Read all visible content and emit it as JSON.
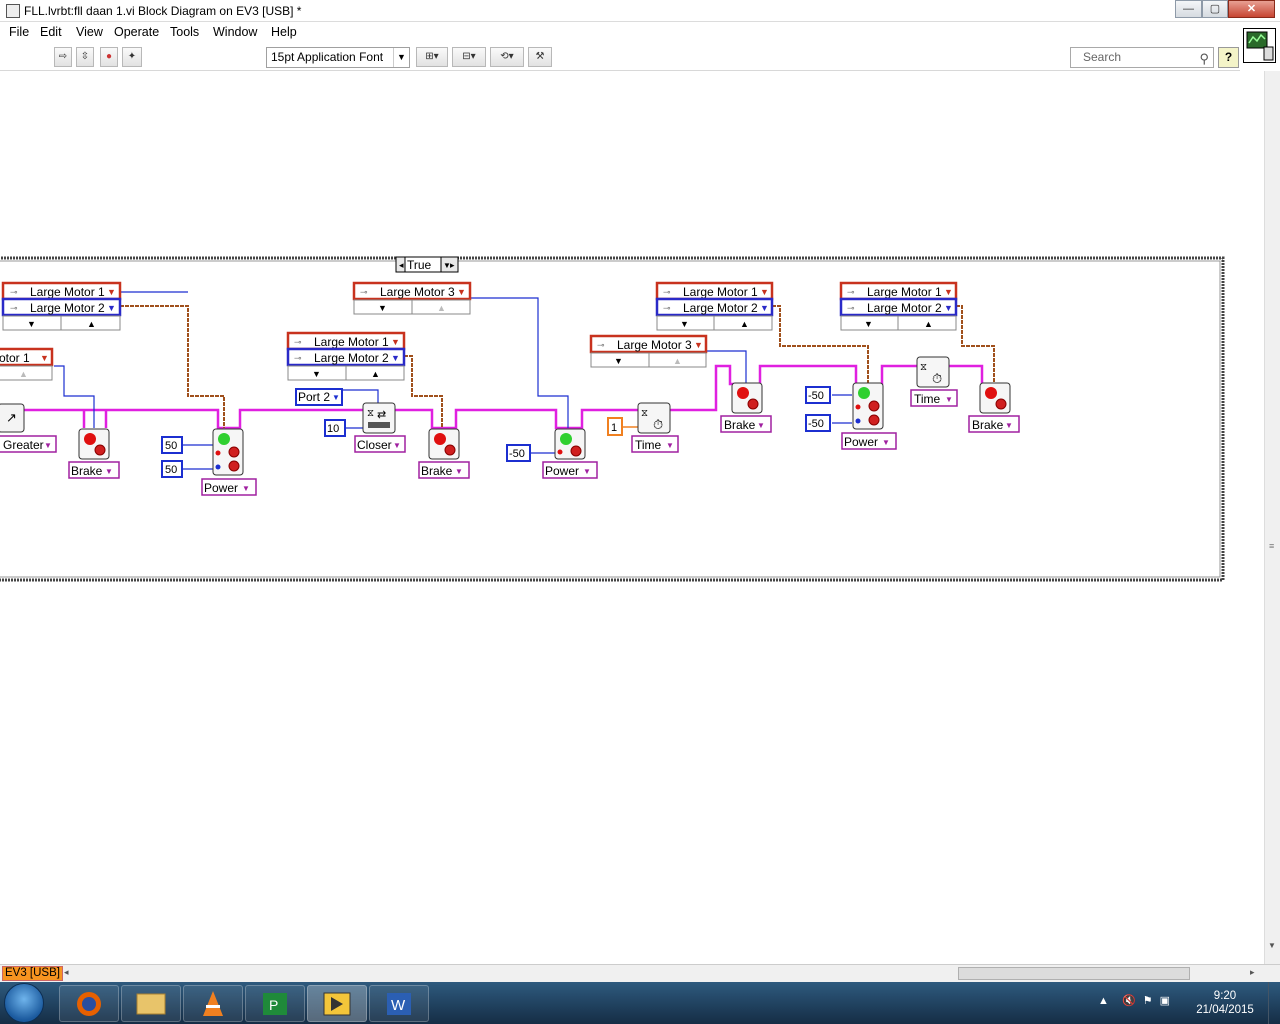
{
  "window": {
    "title": "FLL.lvrbt:fll daan 1.vi Block Diagram on EV3 [USB] *",
    "controls": {
      "minimize": "—",
      "maximize": "▢",
      "close": "✕"
    }
  },
  "menu": [
    "File",
    "Edit",
    "View",
    "Operate",
    "Tools",
    "Window",
    "Help"
  ],
  "toolbar": {
    "font_select": "15pt Application Font",
    "search_placeholder": "Search",
    "help_label": "?"
  },
  "diagram": {
    "case_selector": "True",
    "port_a": "Large Motor 1",
    "port_b": "Large Motor 2",
    "port_c": "Large Motor 3",
    "port_a_left_partial": "otor 1",
    "sensor_port": "Port 2",
    "greater_label": "Greater",
    "brake_label": "Brake",
    "power_label": "Power",
    "closer_label": "Closer",
    "time_label": "Time",
    "const_50": "50",
    "const_10": "10",
    "const_neg50": "-50",
    "const_1": "1"
  },
  "status": {
    "target": "EV3 [USB]"
  },
  "taskbar": {
    "time": "9:20",
    "date": "21/04/2015"
  },
  "colors": {
    "wire_pink": "#e020e0",
    "wire_brown": "#a0501c",
    "wire_blue": "#1c2fd0",
    "motor_red": "#c8321e",
    "motor_blue": "#2a2ac8",
    "case_border": "#555555",
    "const_orange": "#f08020"
  }
}
